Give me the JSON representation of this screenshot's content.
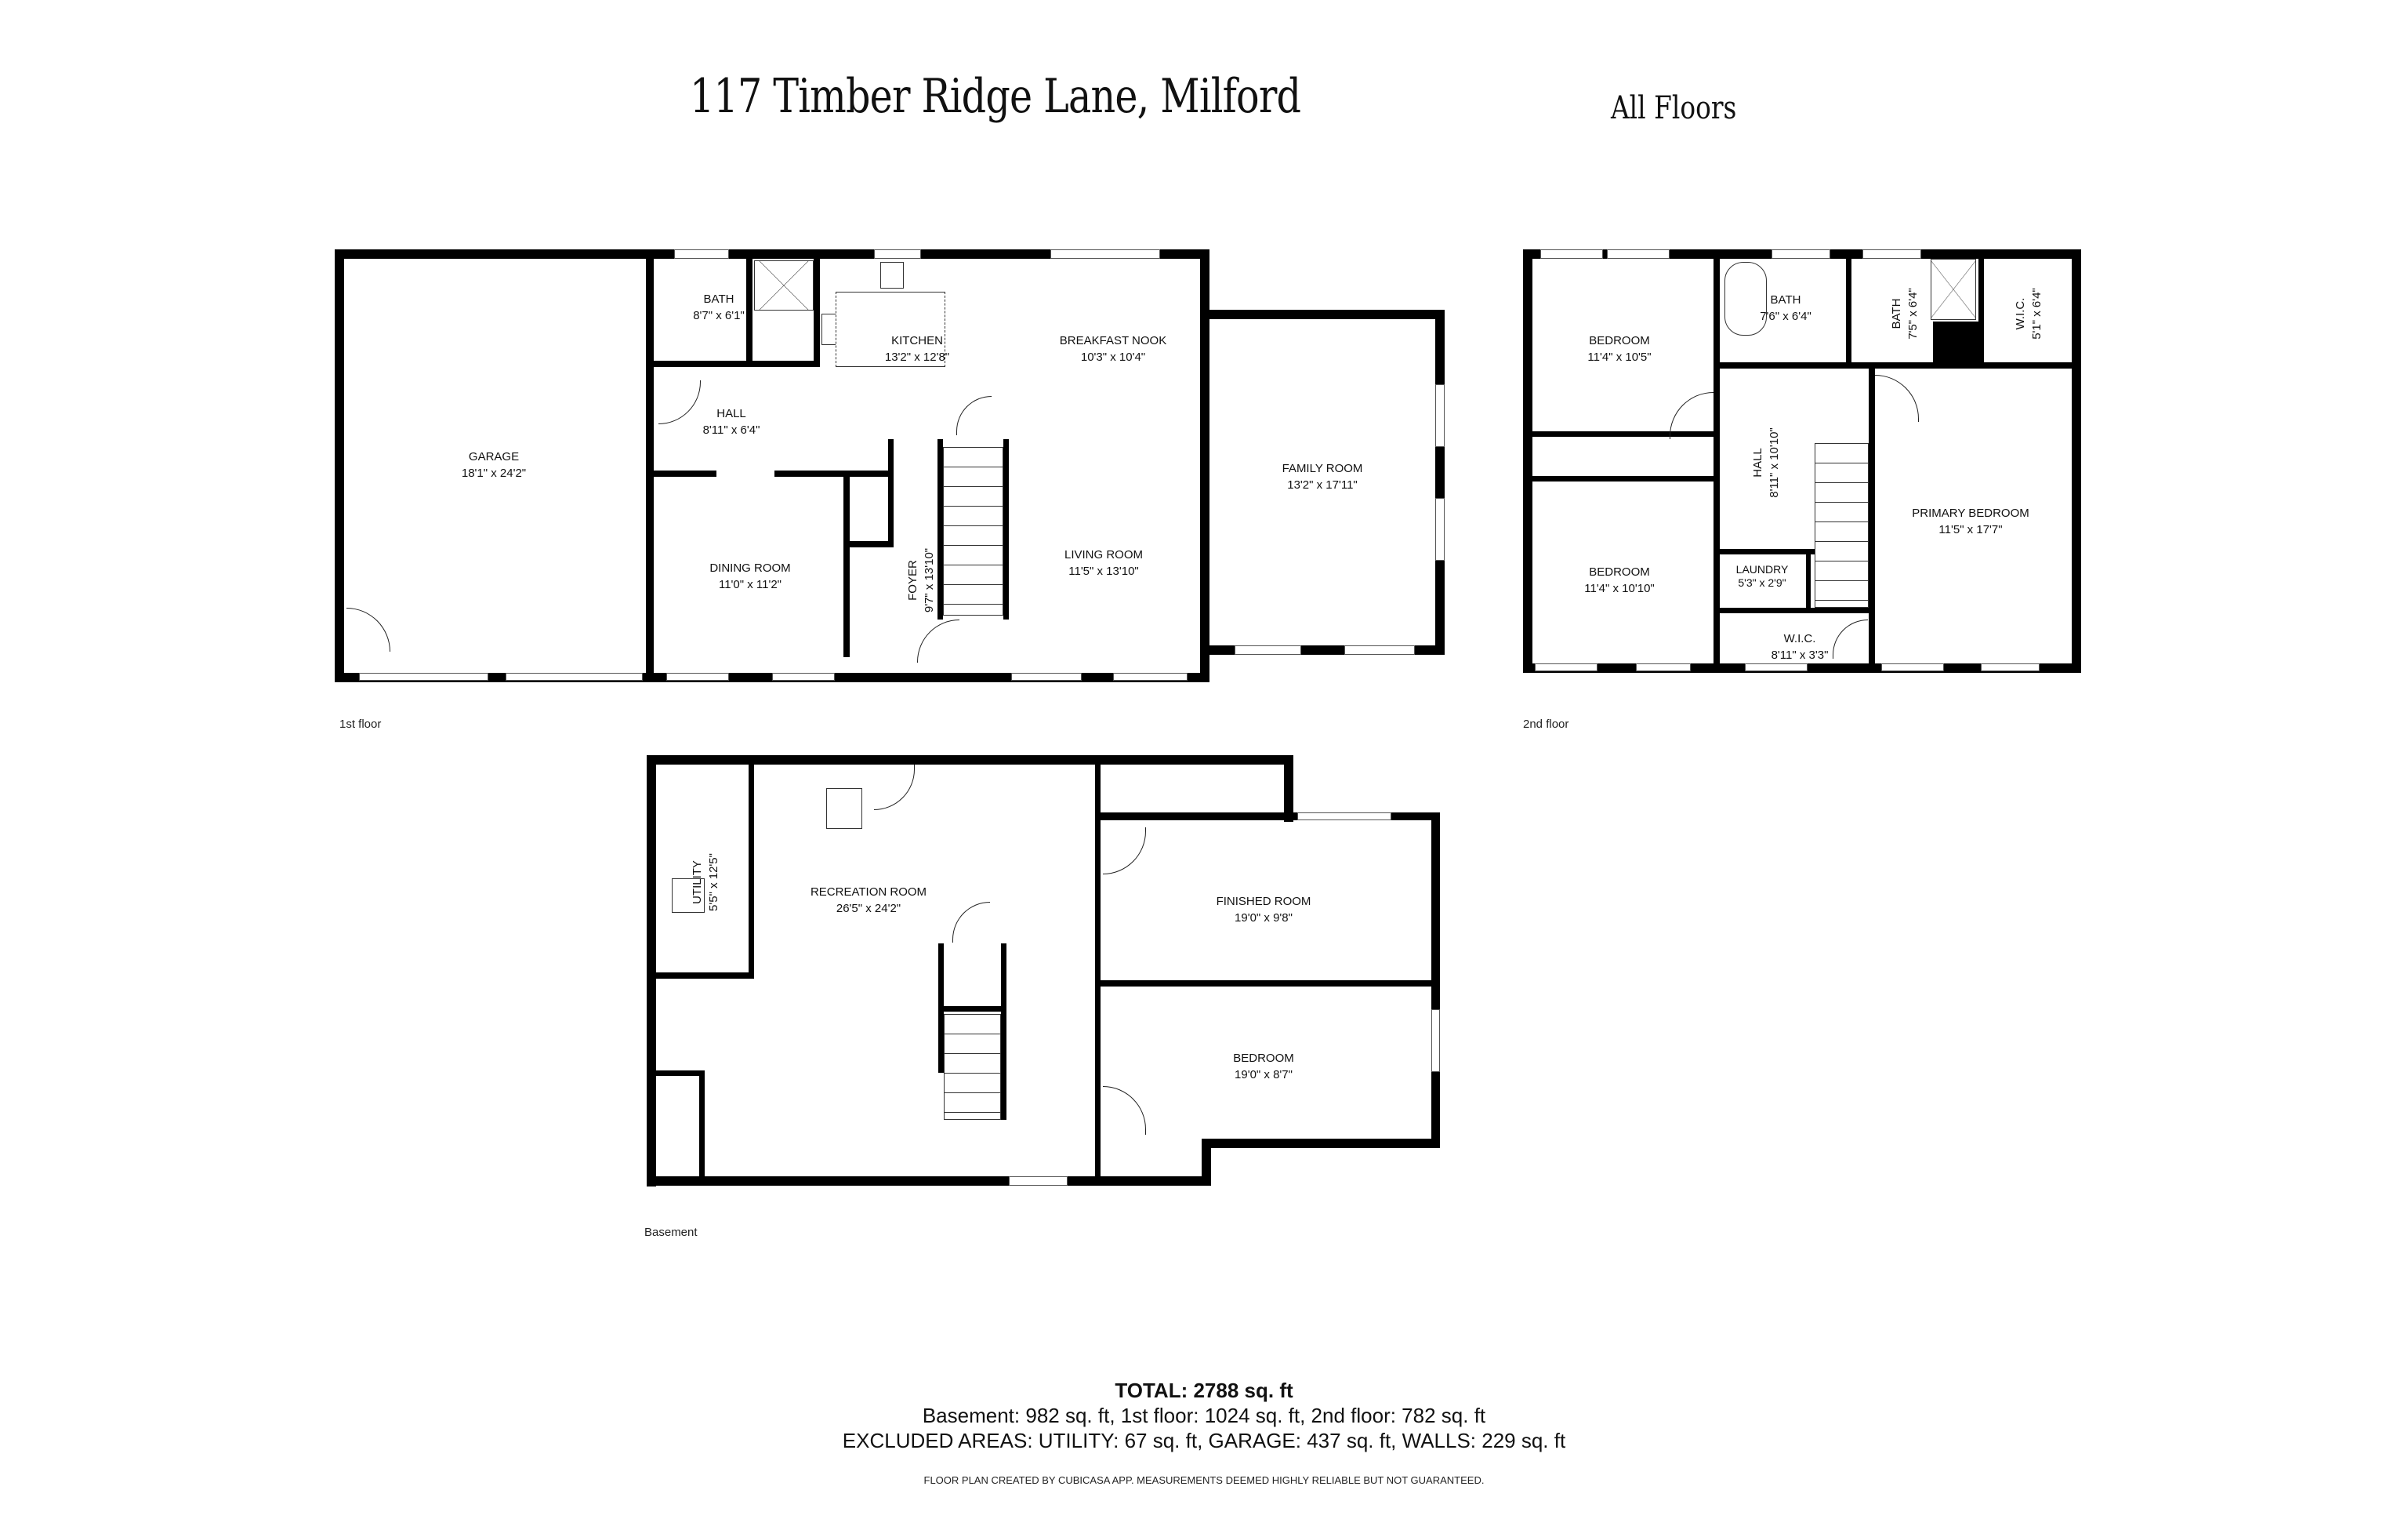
{
  "header": {
    "title": "117 Timber Ridge Lane, Milford",
    "subtitle": "All Floors"
  },
  "floors": {
    "first": {
      "label": "1st floor",
      "rooms": [
        {
          "name": "GARAGE",
          "dims": "18'1\" x 24'2\""
        },
        {
          "name": "BATH",
          "dims": "8'7\" x 6'1\""
        },
        {
          "name": "HALL",
          "dims": "8'11\" x 6'4\""
        },
        {
          "name": "KITCHEN",
          "dims": "13'2\" x 12'8\""
        },
        {
          "name": "BREAKFAST NOOK",
          "dims": "10'3\" x 10'4\""
        },
        {
          "name": "DINING ROOM",
          "dims": "11'0\" x 11'2\""
        },
        {
          "name": "FOYER",
          "dims": "9'7\" x 13'10\""
        },
        {
          "name": "LIVING ROOM",
          "dims": "11'5\" x 13'10\""
        },
        {
          "name": "FAMILY ROOM",
          "dims": "13'2\" x 17'11\""
        }
      ]
    },
    "second": {
      "label": "2nd floor",
      "rooms": [
        {
          "name": "BEDROOM",
          "dims": "11'4\" x 10'5\""
        },
        {
          "name": "BATH",
          "dims": "7'6\" x 6'4\""
        },
        {
          "name": "BATH",
          "dims": "7'5\" x 6'4\""
        },
        {
          "name": "W.I.C.",
          "dims": "5'1\" x 6'4\""
        },
        {
          "name": "HALL",
          "dims": "8'11\" x 10'10\""
        },
        {
          "name": "PRIMARY BEDROOM",
          "dims": "11'5\" x 17'7\""
        },
        {
          "name": "BEDROOM",
          "dims": "11'4\" x 10'10\""
        },
        {
          "name": "LAUNDRY",
          "dims": "5'3\" x 2'9\""
        },
        {
          "name": "W.I.C.",
          "dims": "8'11\" x 3'3\""
        }
      ]
    },
    "basement": {
      "label": "Basement",
      "rooms": [
        {
          "name": "UTILITY",
          "dims": "5'5\" x 12'5\""
        },
        {
          "name": "RECREATION ROOM",
          "dims": "26'5\" x 24'2\""
        },
        {
          "name": "FINISHED ROOM",
          "dims": "19'0\" x 9'8\""
        },
        {
          "name": "BEDROOM",
          "dims": "19'0\" x 8'7\""
        }
      ]
    }
  },
  "summary": {
    "total": "TOTAL: 2788 sq. ft",
    "by_floor": "Basement: 982 sq. ft, 1st floor: 1024 sq. ft, 2nd floor: 782 sq. ft",
    "excluded": "EXCLUDED AREAS: UTILITY: 67 sq. ft, GARAGE: 437 sq. ft, WALLS: 229 sq. ft",
    "credit": "FLOOR PLAN CREATED BY CUBICASA APP. MEASUREMENTS DEEMED HIGHLY RELIABLE BUT NOT GUARANTEED."
  },
  "colors": {
    "wall": "#000000",
    "background": "#ffffff",
    "text": "#111111"
  }
}
